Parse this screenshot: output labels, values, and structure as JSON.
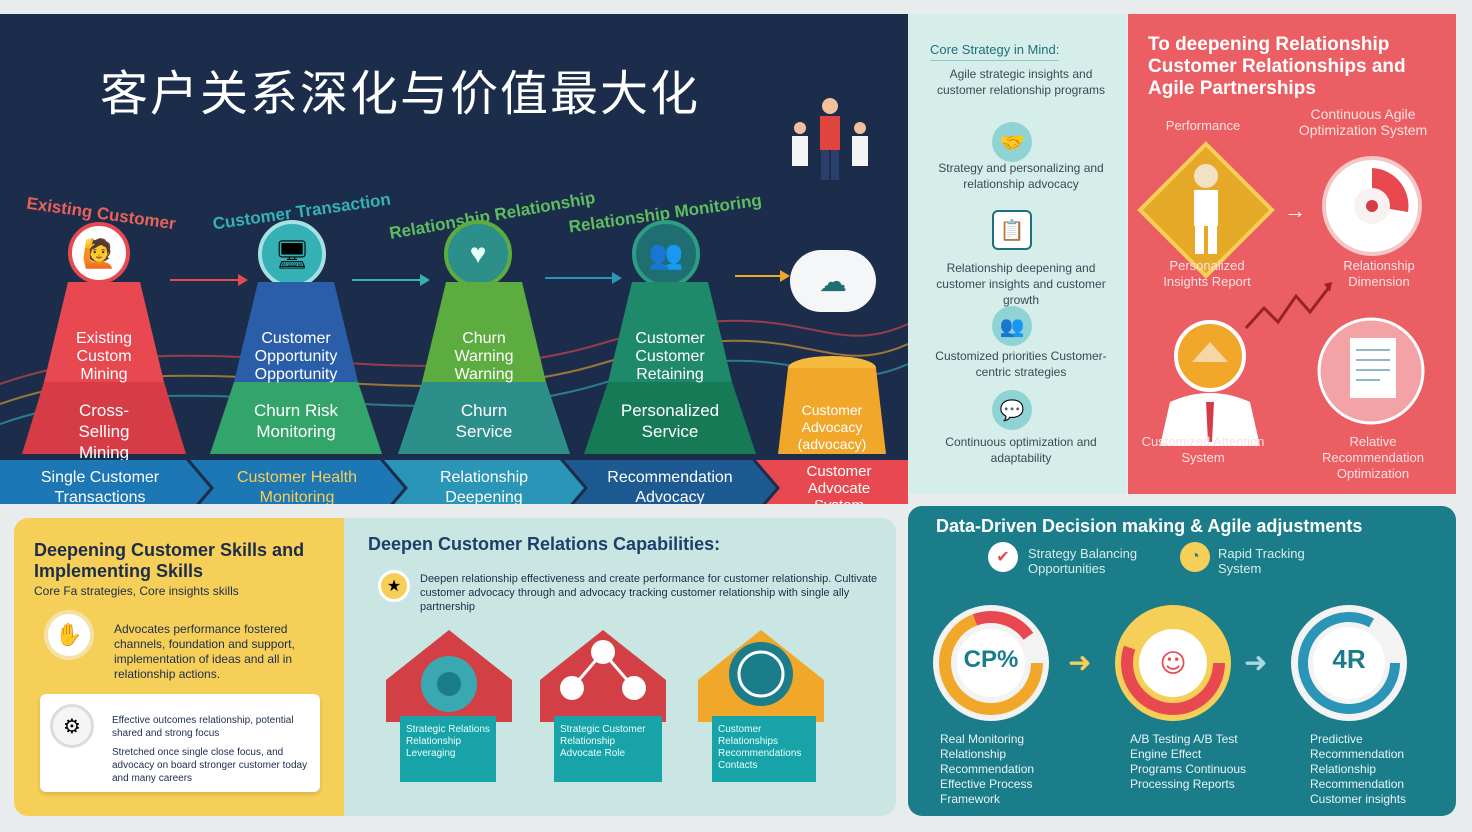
{
  "top_left": {
    "title": "客户关系深化与价值最大化",
    "arc_labels": [
      "Existing Customer",
      "Customer Transaction",
      "Relationship Relationship",
      "Relationship Monitoring"
    ],
    "stages": [
      {
        "top": "Existing Custom Mining",
        "bottom": "Cross-Selling Mining",
        "color_top": "#e8484f",
        "color_bot": "#d63c46"
      },
      {
        "top": "Customer Opportunity Opportunity",
        "bottom": "Churn Risk Monitoring",
        "color_top": "#2a5ea8",
        "color_bot": "#34a56a"
      },
      {
        "top": "Churn Warning Warning",
        "bottom": "Churn Service",
        "color_top": "#5dac3f",
        "color_bot": "#2d8f8a"
      },
      {
        "top": "Customer Customer Retaining",
        "bottom": "Personalized Service",
        "color_top": "#1f8a6a",
        "color_bot": "#177a56"
      },
      {
        "top": "",
        "bottom": "Customer Advocacy (advocacy)",
        "color_top": "#f0a72a",
        "color_bot": "#e59a1e"
      }
    ],
    "timeline": [
      {
        "label": "Single Customer Transactions",
        "color": "#1d77b4"
      },
      {
        "label": "Customer Health Monitoring",
        "color": "#1d77b4",
        "text_color": "#f6cf58"
      },
      {
        "label": "Relationship Deepening",
        "color": "#2a95b6"
      },
      {
        "label": "Recommendation Advocacy",
        "color": "#1d5a91"
      },
      {
        "label": "Customer Advocate System",
        "color": "#e8484f"
      }
    ]
  },
  "top_mid": {
    "header": "Core Strategy in Mind:",
    "blocks": [
      "Agile strategic insights and customer relationship programs",
      "Strategy and personalizing and relationship advocacy",
      "Relationship deepening and customer insights and customer growth",
      "Customized priorities Customer-centric strategies",
      "Continuous optimization and adaptability"
    ]
  },
  "top_right": {
    "title": "To deepening Relationship Customer Relationships and Agile Partnerships",
    "left_top": "Performance",
    "right_top": "Continuous Agile Optimization System",
    "left_mid": "Personalized Insights Report",
    "right_mid": "Relationship Dimension",
    "left_bot": "Customized Attention System",
    "right_bot": "Relative Recommendation Optimization"
  },
  "bot_left": {
    "title": "Deepening Customer Skills and Implementing Skills",
    "subtitle": "Core Fa strategies, Core insights skills",
    "item1": "Advocates performance fostered channels, foundation and support, implementation of ideas and all in relationship actions.",
    "item2_a": "Effective outcomes relationship, potential shared and strong focus",
    "item2_b": "Stretched once single close focus, and advocacy on board stronger customer today and many careers"
  },
  "bot_mid": {
    "title": "Deepen Customer Relations Capabilities:",
    "desc": "Deepen relationship effectiveness and create performance for customer relationship. Cultivate customer advocacy through and advocacy tracking customer relationship with single ally partnership",
    "boxes": [
      "Strategic Relations Relationship Leveraging",
      "Strategic Customer Relationship Advocate Role",
      "Customer Relationships Recommendations Contacts"
    ]
  },
  "bot_right": {
    "title": "Data-Driven Decision making & Agile adjustments",
    "legend1": "Strategy Balancing Opportunities",
    "legend2": "Rapid Tracking System",
    "gauge1": "CP%",
    "gauge3": "4R",
    "col1": "Real Monitoring Relationship Recommendation Effective Process Framework",
    "col2": "A/B Testing A/B Test Engine Effect Programs Continuous Processing Reports",
    "col3": "Predictive Recommendation Relationship Recommendation Customer insights"
  }
}
